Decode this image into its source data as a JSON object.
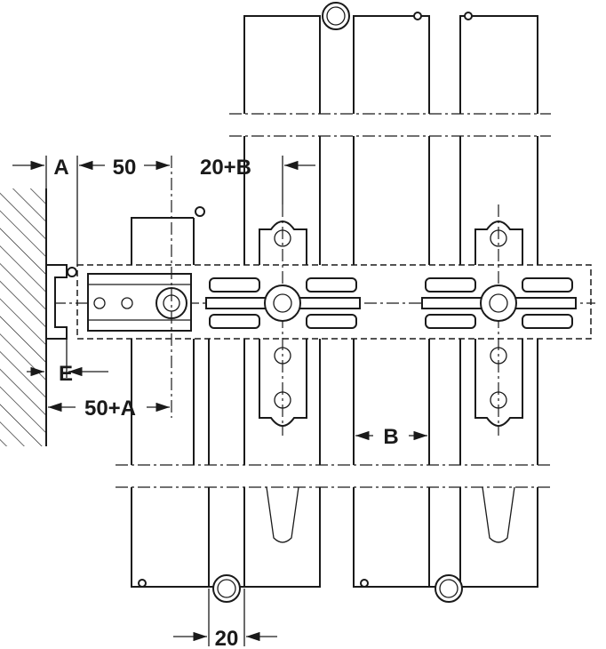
{
  "diagram": {
    "dimensions": {
      "a": "A",
      "fifty": "50",
      "twenty_plus_b": "20+B",
      "e": "E",
      "fifty_plus_a": "50+A",
      "b": "B",
      "twenty": "20"
    },
    "colors": {
      "line": "#1a1a1a",
      "background": "#ffffff"
    }
  }
}
